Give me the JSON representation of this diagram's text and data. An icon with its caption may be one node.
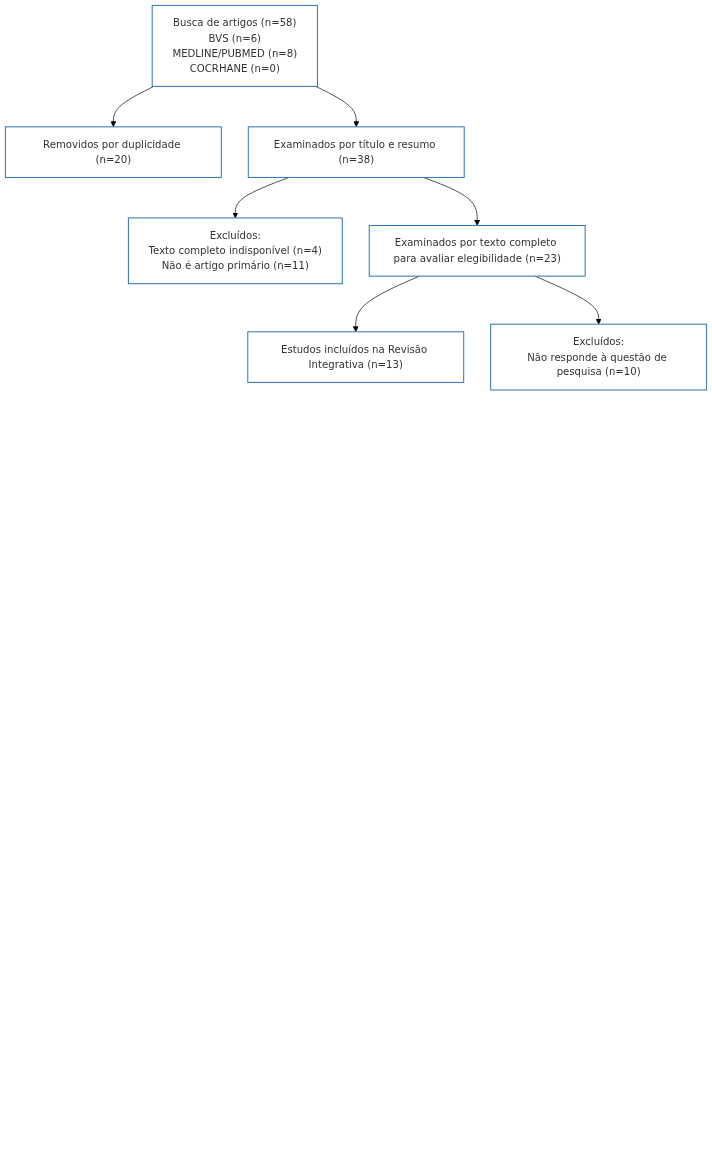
{
  "diagram": {
    "nodes": [
      {
        "text": [
          "Busca de artigos (n=58)",
          "BVS (n=6)",
          "MEDLINE/PUBMED (n=8)",
          "COCRHANE (n=0)"
        ]
      },
      {
        "text": [
          "Removidos por duplicidade (n=20)"
        ]
      },
      {
        "text": [
          "Examinados por título e resumo (n=38)"
        ]
      },
      {
        "text": [
          "Excluídos:",
          "Texto completo indisponível (n=4)",
          "Não é artigo primário (n=11)"
        ]
      },
      {
        "text": [
          "Examinados por texto completo para avaliar elegibilidade (n=23)"
        ]
      },
      {
        "text": [
          "Excluídos:",
          "Não responde à questão de pesquisa (n=10)"
        ]
      },
      {
        "text": [
          "Estudos incluídos na Revisão Integrativa (n=13)"
        ]
      }
    ],
    "edges": [
      {
        "from": 0,
        "to": 2,
        "arrow": "to"
      },
      {
        "from": 0,
        "to": 1,
        "arrow": "to"
      },
      {
        "from": 2,
        "to": 4,
        "arrow": "to"
      },
      {
        "from": 2,
        "to": 3,
        "arrow": "to"
      },
      {
        "from": 4,
        "to": 6,
        "arrow": "to"
      },
      {
        "from": 4,
        "to": 5,
        "arrow": "to"
      }
    ]
  }
}
